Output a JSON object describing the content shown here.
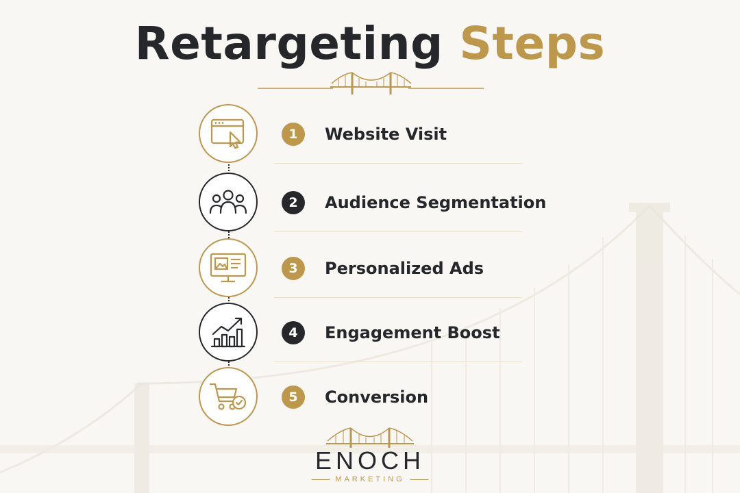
{
  "header": {
    "title_part1": "Retargeting",
    "title_part2": "Steps"
  },
  "steps": [
    {
      "number": "1",
      "label": "Website Visit",
      "icon": "browser-cursor-icon",
      "accent": "gold"
    },
    {
      "number": "2",
      "label": "Audience Segmentation",
      "icon": "people-group-icon",
      "accent": "dark"
    },
    {
      "number": "3",
      "label": "Personalized Ads",
      "icon": "monitor-ad-icon",
      "accent": "gold"
    },
    {
      "number": "4",
      "label": "Engagement Boost",
      "icon": "growth-chart-icon",
      "accent": "dark"
    },
    {
      "number": "5",
      "label": "Conversion",
      "icon": "cart-check-icon",
      "accent": "gold"
    }
  ],
  "logo": {
    "name": "ENOCH",
    "tagline": "MARKETING"
  },
  "colors": {
    "gold": "#bd974a",
    "dark": "#25272b",
    "background": "#f8f7f4"
  }
}
